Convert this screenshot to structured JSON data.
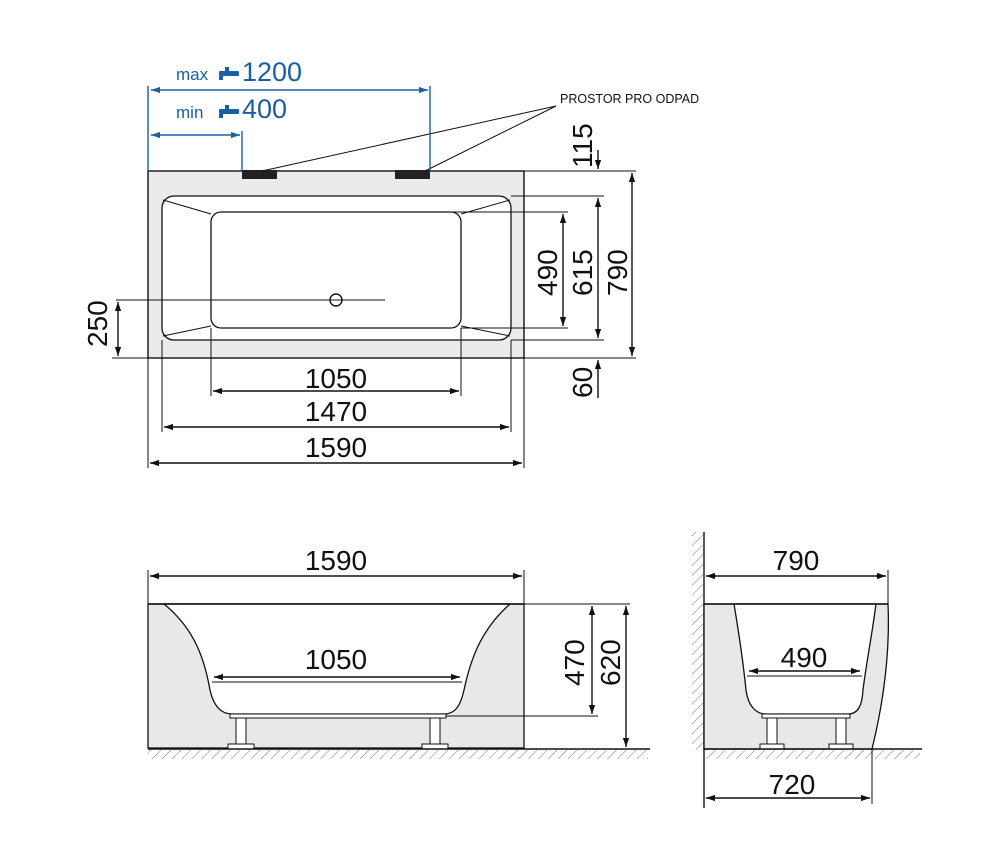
{
  "top_view": {
    "faucet_max_prefix": "max",
    "faucet_max_value": "1200",
    "faucet_min_prefix": "min",
    "faucet_min_value": "400",
    "drain_space_label": "PROSTOR PRO ODPAD",
    "dim_115": "115",
    "dim_490": "490",
    "dim_615": "615",
    "dim_790": "790",
    "dim_250": "250",
    "dim_60": "60",
    "dim_1050": "1050",
    "dim_1470": "1470",
    "dim_1590": "1590"
  },
  "front_view": {
    "dim_1590": "1590",
    "dim_1050": "1050",
    "dim_470": "470",
    "dim_620": "620"
  },
  "side_view": {
    "dim_790": "790",
    "dim_490": "490",
    "dim_720": "720"
  },
  "colors": {
    "accent_blue": "#1a5fa3",
    "panel_gray": "#e8e8e8",
    "line": "#111111"
  },
  "icons": [
    "faucet-icon",
    "drain-icon"
  ]
}
